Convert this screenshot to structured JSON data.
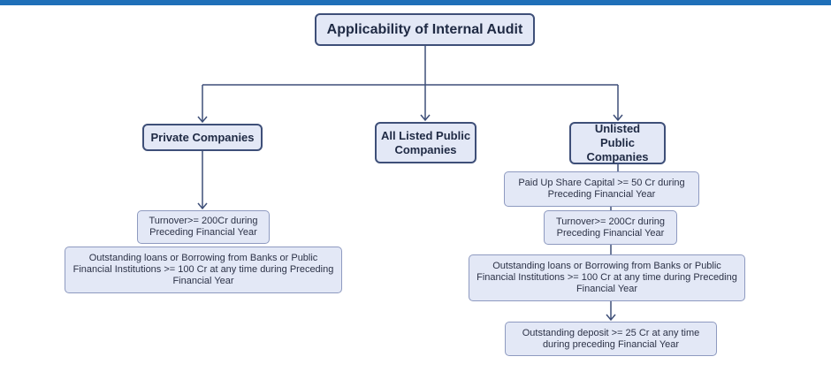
{
  "colors": {
    "top_bar": "#1f6fb8",
    "node_fill": "#e3e8f6",
    "head_border": "#3e4f78",
    "cond_border": "#8e9ac0",
    "connector": "#3e4f78"
  },
  "root": {
    "label": "Applicability of Internal Audit"
  },
  "categories": {
    "private": "Private Companies",
    "listed": "All Listed Public Companies",
    "unlisted": "Unlisted Public Companies"
  },
  "private_conditions": [
    "Turnover>= 200Cr during Preceding Financial Year",
    "Outstanding loans or Borrowing from Banks or Public Financial Institutions >= 100 Cr at any time during Preceding Financial Year"
  ],
  "unlisted_conditions": [
    "Paid Up Share Capital >= 50 Cr during Preceding Financial Year",
    "Turnover>= 200Cr during Preceding Financial Year",
    "Outstanding loans or Borrowing from Banks or Public Financial Institutions >= 100 Cr at any time during Preceding Financial Year",
    "Outstanding deposit >= 25 Cr at any time during preceding Financial Year"
  ]
}
